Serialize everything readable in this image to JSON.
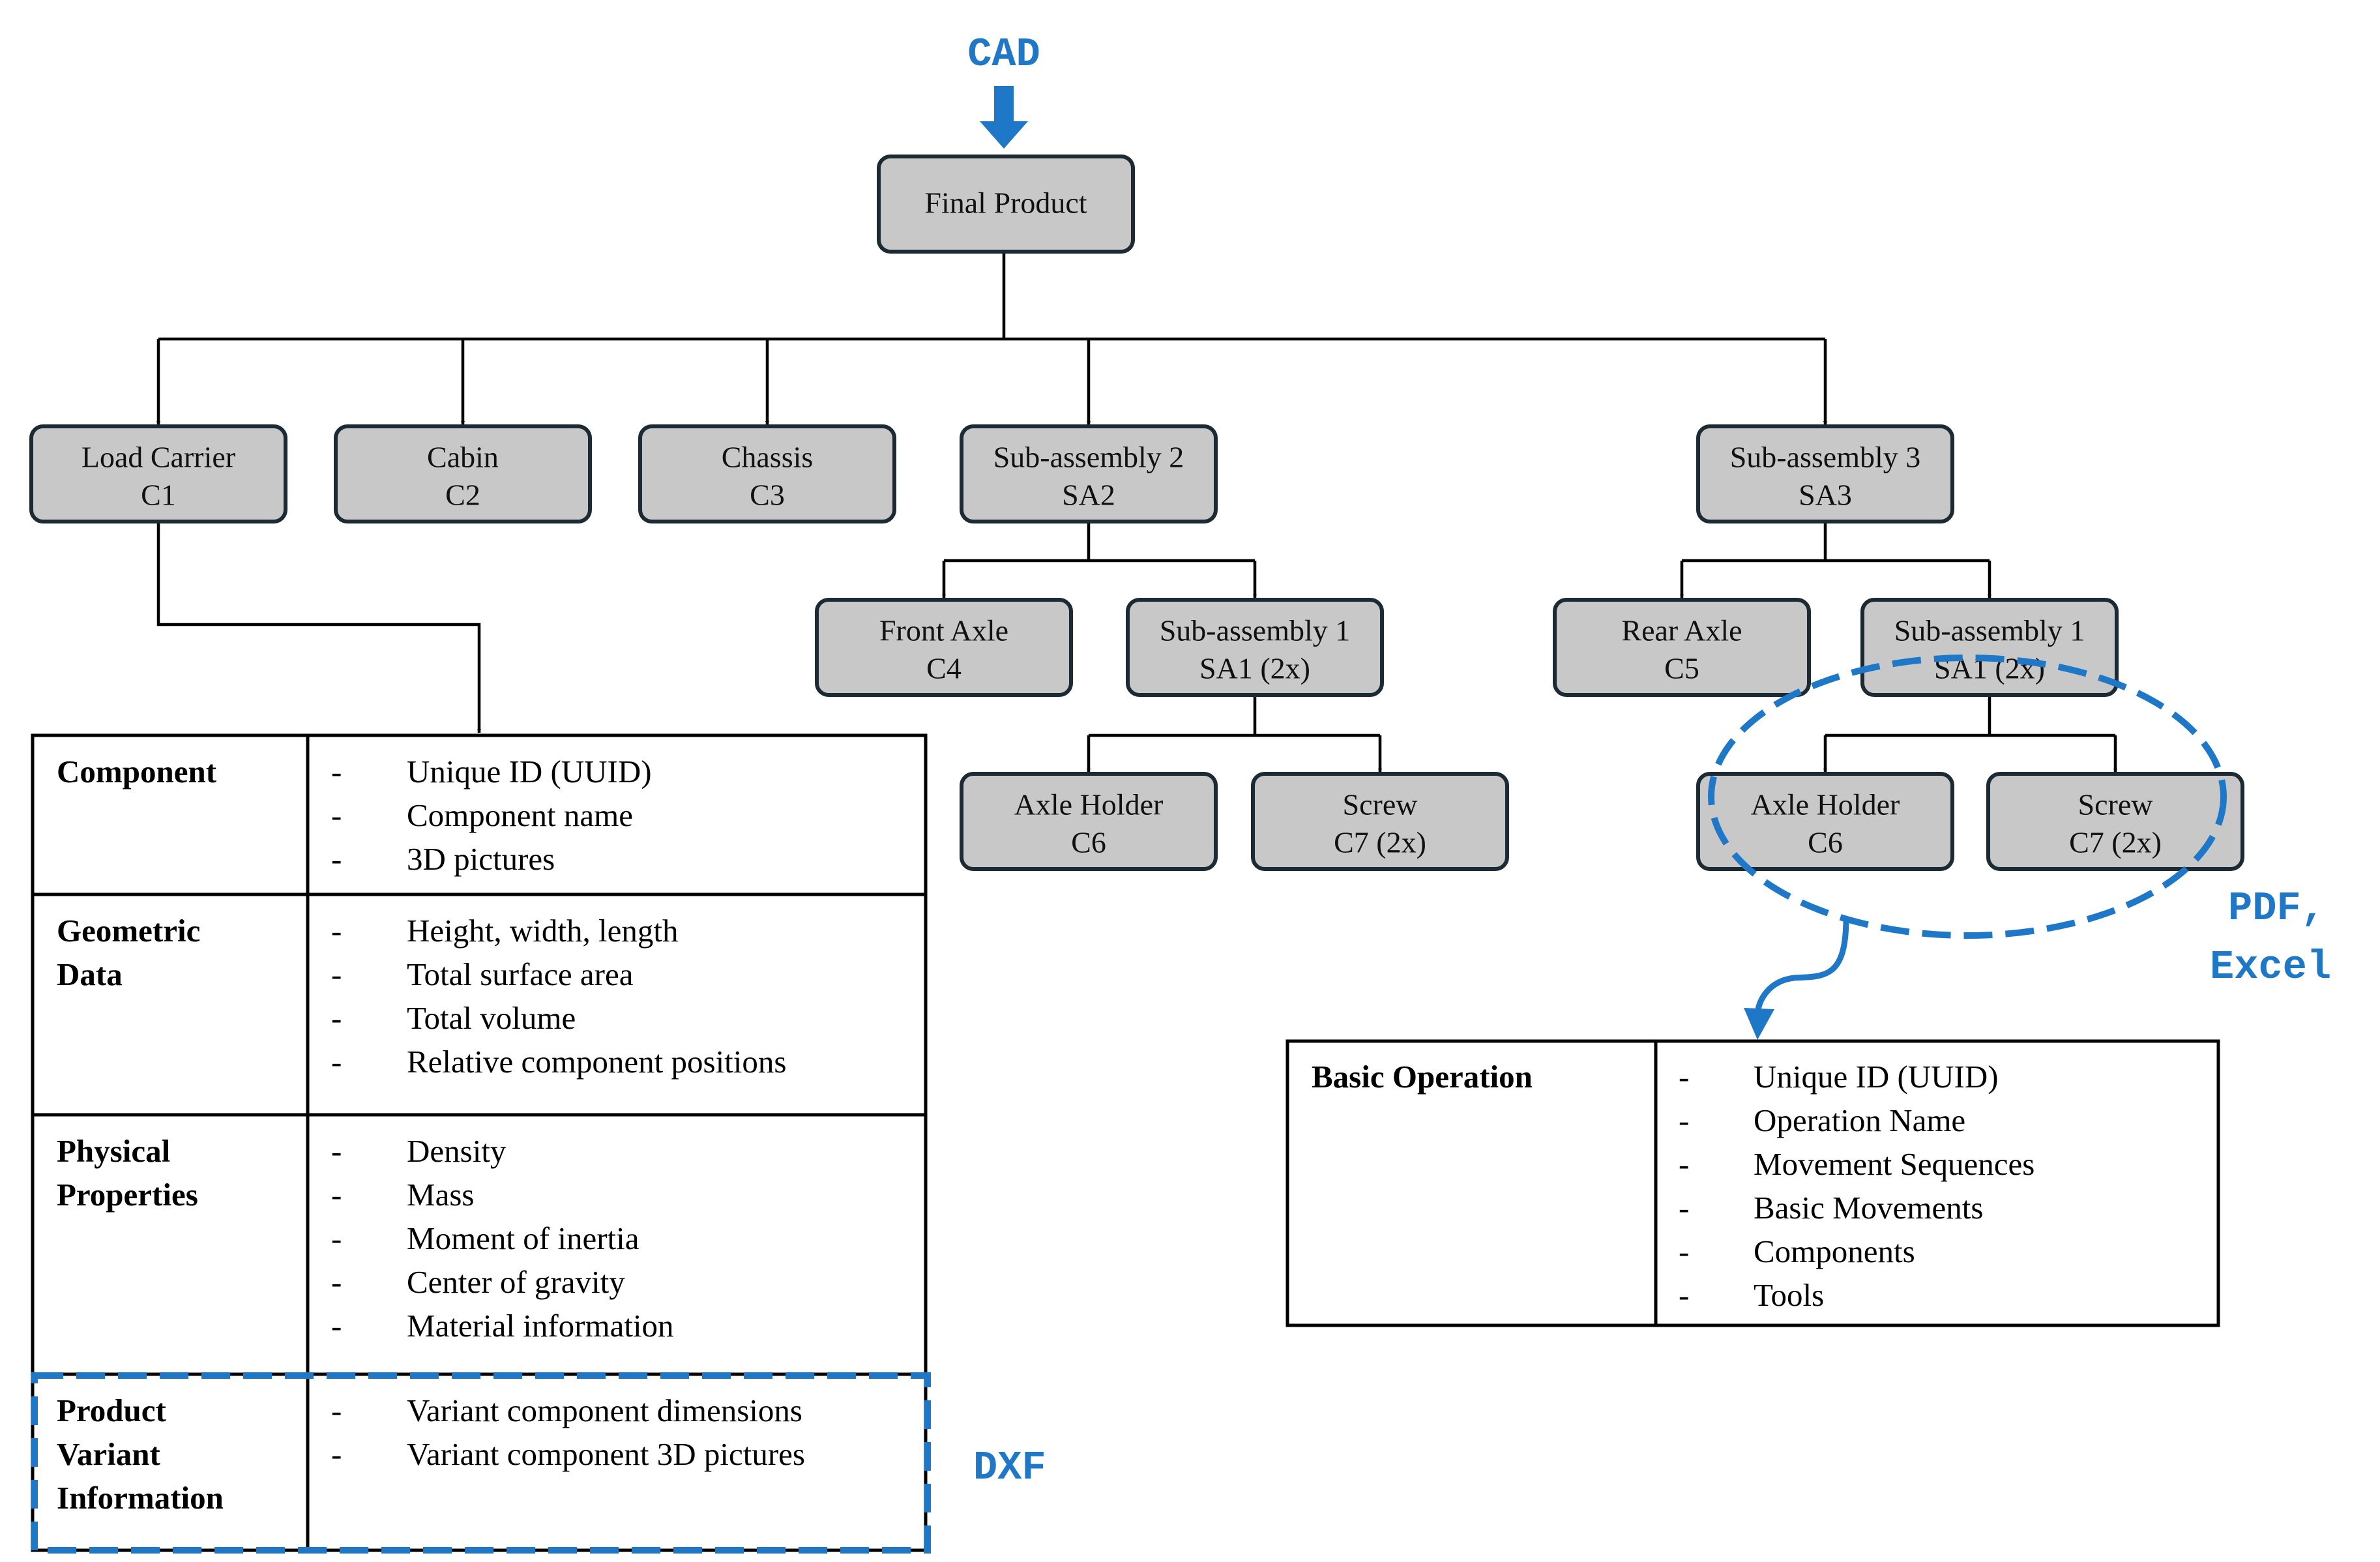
{
  "format_labels": {
    "cad": "CAD",
    "pdf_excel": [
      "PDF,",
      "Excel"
    ],
    "dxf": "DXF"
  },
  "tree": {
    "root": [
      "Final Product"
    ],
    "level1": [
      [
        "Load Carrier",
        "C1"
      ],
      [
        "Cabin",
        "C2"
      ],
      [
        "Chassis",
        "C3"
      ],
      [
        "Sub-assembly 2",
        "SA2"
      ],
      [
        "Sub-assembly 3",
        "SA3"
      ]
    ],
    "sa2_children": [
      [
        "Front Axle",
        "C4"
      ],
      [
        "Sub-assembly 1",
        "SA1 (2x)"
      ]
    ],
    "sa2_sa1_children": [
      [
        "Axle Holder",
        "C6"
      ],
      [
        "Screw",
        "C7 (2x)"
      ]
    ],
    "sa3_children": [
      [
        "Rear Axle",
        "C5"
      ],
      [
        "Sub-assembly 1",
        "SA1 (2x)"
      ]
    ],
    "sa3_sa1_children": [
      [
        "Axle Holder",
        "C6"
      ],
      [
        "Screw",
        "C7 (2x)"
      ]
    ]
  },
  "component_table": {
    "rows": [
      {
        "category": [
          "Component"
        ],
        "items": [
          "Unique ID (UUID)",
          "Component name",
          "3D pictures"
        ]
      },
      {
        "category": [
          "Geometric",
          "Data"
        ],
        "items": [
          "Height, width, length",
          "Total surface area",
          "Total volume",
          "Relative component positions"
        ]
      },
      {
        "category": [
          "Physical",
          "Properties"
        ],
        "items": [
          "Density",
          "Mass",
          "Moment of inertia",
          "Center of gravity",
          "Material information"
        ]
      },
      {
        "category": [
          "Product",
          "Variant",
          "Information"
        ],
        "items": [
          "Variant component dimensions",
          "Variant component 3D pictures"
        ]
      }
    ]
  },
  "operation_table": {
    "category": [
      "Basic Operation"
    ],
    "items": [
      "Unique ID (UUID)",
      "Operation Name",
      "Movement Sequences",
      "Basic Movements",
      "Components",
      "Tools"
    ]
  },
  "colors": {
    "accent_blue": "#1f77c8",
    "node_fill": "#c8c8c8",
    "node_border": "#1b2a33"
  }
}
